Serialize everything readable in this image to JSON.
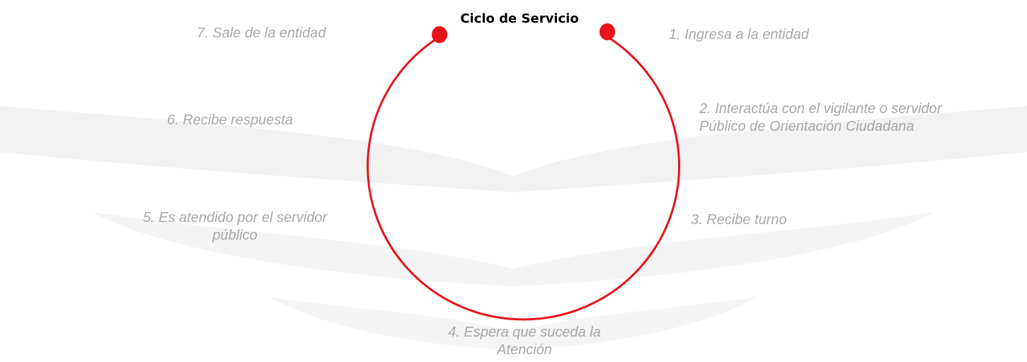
{
  "title": "Ciclo de Servicio",
  "colors": {
    "circle": "#e8141c",
    "dot": "#e8141c",
    "step_text": "#a8a8a8",
    "watermark": "#f1f1f1"
  },
  "steps": {
    "s1": "1. Ingresa a la entidad",
    "s2_line1": "2. Interactúa con el vigilante o servidor",
    "s2_line2": "Público de Orientación Ciudadana",
    "s3": "3. Recibe turno",
    "s4_line1": "4. Espera que suceda la",
    "s4_line2": "Atención",
    "s5_line1": "5. Es atendido por el servidor",
    "s5_line2": "público",
    "s6": "6. Recibe respuesta",
    "s7": "7. Sale de la entidad"
  }
}
